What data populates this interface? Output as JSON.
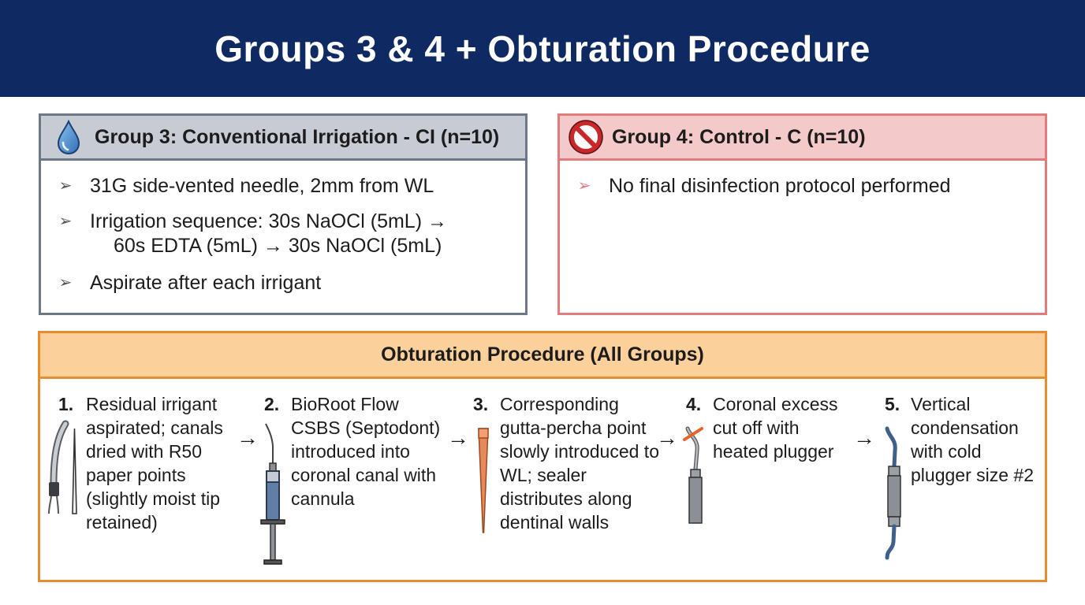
{
  "header": {
    "title": "Groups 3 & 4 + Obturation Procedure"
  },
  "group3": {
    "title": "Group 3: Conventional Irrigation - CI (n=10)",
    "icon": "water-drop-icon",
    "bullets": [
      {
        "line1": "31G side-vented needle, 2mm from WL",
        "line2": ""
      },
      {
        "line1": "Irrigation sequence: 30s NaOCl (5mL) →",
        "line2": "60s EDTA (5mL) → 30s NaOCl (5mL)"
      },
      {
        "line1": "Aspirate after each irrigant",
        "line2": ""
      }
    ]
  },
  "group4": {
    "title": "Group 4: Control - C (n=10)",
    "icon": "no-symbol-icon",
    "bullets": [
      {
        "line1": "No final disinfection protocol performed"
      }
    ]
  },
  "obturation": {
    "title": "Obturation Procedure (All Groups)",
    "steps": [
      {
        "num": "1.",
        "text": "Residual irrigant aspirated; canals dried with R50 paper points (slightly moist tip retained)",
        "icon": "suction-tip-and-paper-point-icon"
      },
      {
        "num": "2.",
        "text": "BioRoot Flow CSBS (Septodont) introduced into coronal canal with cannula",
        "icon": "syringe-icon"
      },
      {
        "num": "3.",
        "text": "Corresponding gutta-percha point slowly introduced to WL; sealer distributes along dentinal walls",
        "icon": "gutta-percha-point-icon"
      },
      {
        "num": "4.",
        "text": "Coronal excess cut off with heated plugger",
        "icon": "heated-plugger-icon"
      },
      {
        "num": "5.",
        "text": "Vertical condensation with cold plugger size #2",
        "icon": "cold-plugger-icon"
      }
    ]
  },
  "colors": {
    "header_bg": "#0f2a62",
    "group3_border": "#6d7886",
    "group4_border": "#e27b7b",
    "obturation_border": "#ea8c2d"
  }
}
